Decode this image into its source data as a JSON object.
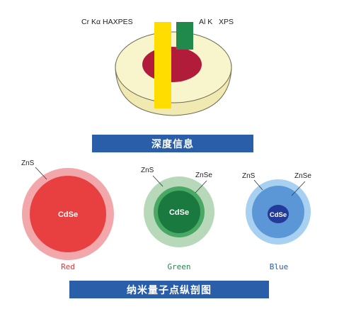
{
  "top_figure": {
    "labels": {
      "haxpes": "Cr Kα HAXPES",
      "xps": "Al K   XPS"
    },
    "colors": {
      "sphere_shell": "#f8f4cc",
      "sphere_core": "#b01c3a",
      "haxpes_beam": "#ffdd00",
      "xps_beam": "#1f8a4c"
    }
  },
  "banner_depth": "深度信息",
  "quantum_dots": [
    {
      "name": "Red",
      "core_label": "CdSe",
      "shell_label": "ZnS",
      "colors": {
        "shell": "#f2a7ab",
        "core": "#e84040",
        "caption": "#d93a3a"
      }
    },
    {
      "name": "Green",
      "core_label": "CdSe",
      "shell_label": "ZnS",
      "core_outer_label": "ZnSe",
      "colors": {
        "shell": "#b7d8b9",
        "mid": "#4aa865",
        "core": "#19793e",
        "caption": "#1f8a4c"
      }
    },
    {
      "name": "Blue",
      "core_label": "CdSe",
      "shell_label": "ZnS",
      "core_outer_label": "ZnSe",
      "colors": {
        "shell": "#a8d0f0",
        "mid": "#5b96d6",
        "core": "#233a98",
        "caption": "#2a5ea8"
      }
    }
  ],
  "banner_cross_section": "纳米量子点纵剖图",
  "banner_color": "#2a5ea8"
}
